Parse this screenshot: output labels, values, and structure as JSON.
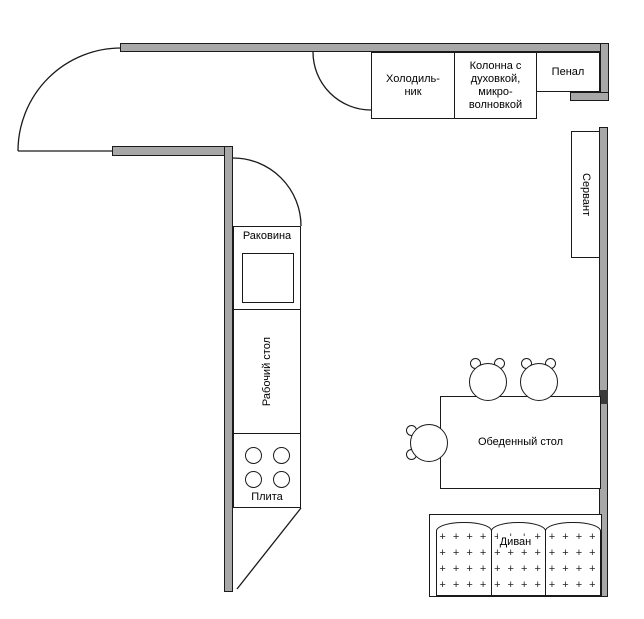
{
  "fixtures": {
    "fridge": {
      "label": "Холодиль-\nник"
    },
    "oven_column": {
      "label": "Колонна с\nдуховкой,\nмикро-\nволновкой"
    },
    "tall_cabinet": {
      "label": "Пенал"
    },
    "sideboard": {
      "label": "Сервант"
    },
    "sink": {
      "label": "Раковина"
    },
    "worktop": {
      "label": "Рабочий стол"
    },
    "stove": {
      "label": "Плита",
      "burner_count": 4
    },
    "dining_table": {
      "label": "Обеденный стол",
      "chair_count": 3
    },
    "sofa": {
      "label": "Диван",
      "section_count": 3,
      "pattern_char": "+",
      "pattern_rows": 4,
      "pattern_cols": 4
    }
  },
  "colors": {
    "wall_fill": "#a8a8a8",
    "line": "#1a1a1a",
    "background": "#ffffff"
  }
}
